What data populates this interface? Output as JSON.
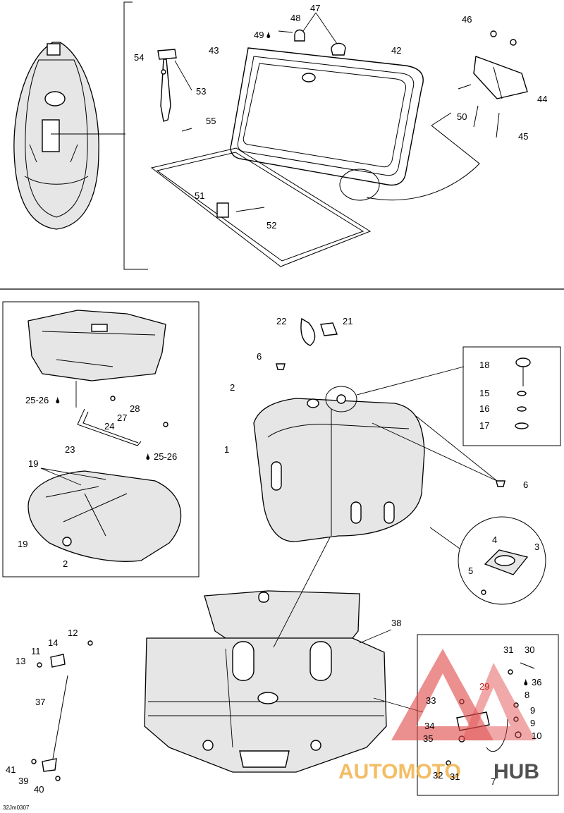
{
  "diagram_code": "32Jm0307",
  "watermark": {
    "word1": "AUTOMOTO",
    "word2": "HUB",
    "color1": "#f2b24a",
    "color2": "#333333",
    "logo_color": "#e04545"
  },
  "drop_symbol": "🌢",
  "labels": {
    "l1": "1",
    "l2a": "2",
    "l2b": "2",
    "l3": "3",
    "l4": "4",
    "l5": "5",
    "l6a": "6",
    "l6b": "6",
    "l7": "7",
    "l8": "8",
    "l9a": "9",
    "l9b": "9",
    "l10": "10",
    "l11": "11",
    "l12": "12",
    "l13": "13",
    "l14": "14",
    "l15": "15",
    "l16": "16",
    "l17": "17",
    "l18": "18",
    "l19a": "19",
    "l19b": "19",
    "l21": "21",
    "l22": "22",
    "l23": "23",
    "l24": "24",
    "l2526a": "25-26",
    "l2526b": "25-26",
    "l27": "27",
    "l28": "28",
    "l29": "29",
    "l30": "30",
    "l31a": "31",
    "l31b": "31",
    "l32": "32",
    "l33": "33",
    "l34": "34",
    "l35": "35",
    "l36": "36",
    "l37": "37",
    "l38": "38",
    "l39": "39",
    "l40": "40",
    "l41": "41",
    "l42": "42",
    "l43": "43",
    "l44": "44",
    "l45": "45",
    "l46": "46",
    "l47": "47",
    "l48": "48",
    "l49": "49",
    "l50": "50",
    "l51": "51",
    "l52": "52",
    "l53": "53",
    "l54": "54",
    "l55": "55"
  }
}
